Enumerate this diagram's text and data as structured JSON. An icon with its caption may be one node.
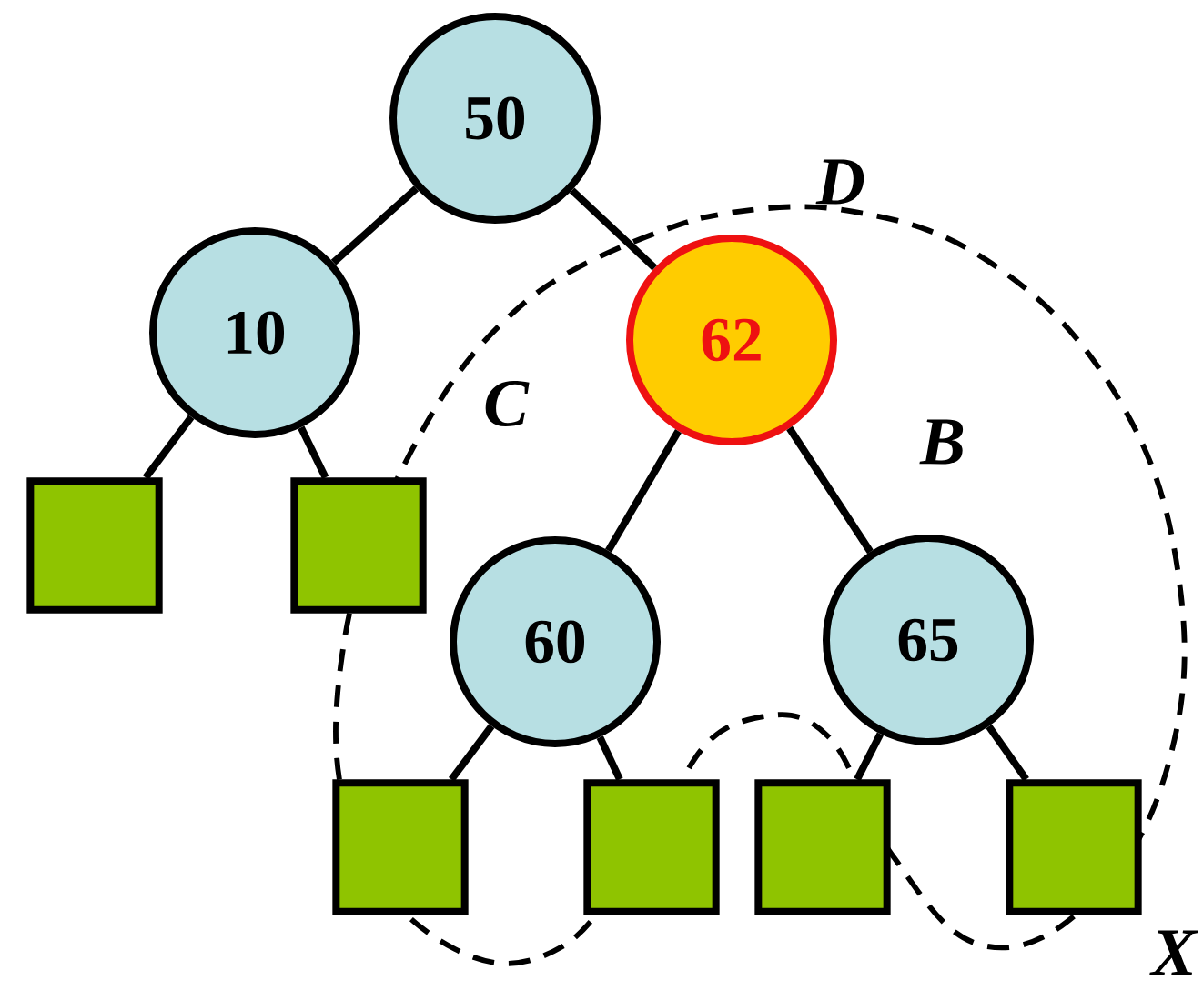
{
  "diagram": {
    "nodes": [
      {
        "text": [
          "50"
        ]
      },
      {
        "text": [
          "10"
        ]
      },
      {
        "text": [
          "62"
        ]
      },
      {
        "text": [],
        "shape": "box"
      },
      {
        "text": [],
        "shape": "box"
      },
      {
        "text": [
          "60"
        ]
      },
      {
        "text": [
          "65"
        ]
      },
      {
        "text": [],
        "shape": "box"
      },
      {
        "text": [],
        "shape": "box"
      },
      {
        "text": [],
        "shape": "box"
      },
      {
        "text": [],
        "shape": "box"
      }
    ],
    "edges": [
      {
        "from": 0,
        "to": 1,
        "arrow": "none"
      },
      {
        "from": 0,
        "to": 2,
        "arrow": "none"
      },
      {
        "from": 1,
        "to": 3,
        "arrow": "none"
      },
      {
        "from": 1,
        "to": 4,
        "arrow": "none"
      },
      {
        "from": 2,
        "to": 5,
        "arrow": "none"
      },
      {
        "from": 2,
        "to": 6,
        "arrow": "none"
      },
      {
        "from": 5,
        "to": 7,
        "arrow": "none"
      },
      {
        "from": 5,
        "to": 8,
        "arrow": "none"
      },
      {
        "from": 6,
        "to": 9,
        "arrow": "none"
      },
      {
        "from": 6,
        "to": 10,
        "arrow": "none"
      }
    ],
    "labels": [
      "D",
      "C",
      "B",
      "X"
    ]
  }
}
